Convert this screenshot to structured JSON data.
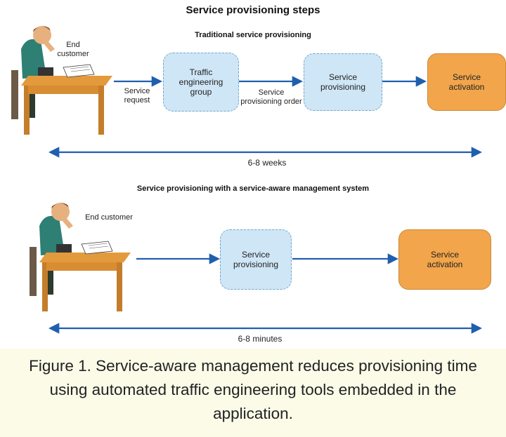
{
  "title": "Service provisioning steps",
  "traditional": {
    "heading": "Traditional service provisioning",
    "end_customer": "End customer",
    "service_request": "Service request",
    "traffic_group": "Traffic engineering group",
    "provisioning_order": "Service provisioning order",
    "service_provisioning": "Service provisioning",
    "service_activation": "Service activation",
    "duration": "6-8 weeks"
  },
  "aware": {
    "heading": "Service provisioning with a service-aware management system",
    "end_customer": "End customer",
    "service_provisioning": "Service provisioning",
    "service_activation": "Service activation",
    "duration": "6-8 minutes"
  },
  "caption": "Figure 1. Service-aware management reduces provisioning time using automated traffic engineering tools embedded in the application.",
  "colors": {
    "arrow": "#1f5fae",
    "blue_box": "#cfe6f6",
    "orange_box": "#f2a54b"
  }
}
